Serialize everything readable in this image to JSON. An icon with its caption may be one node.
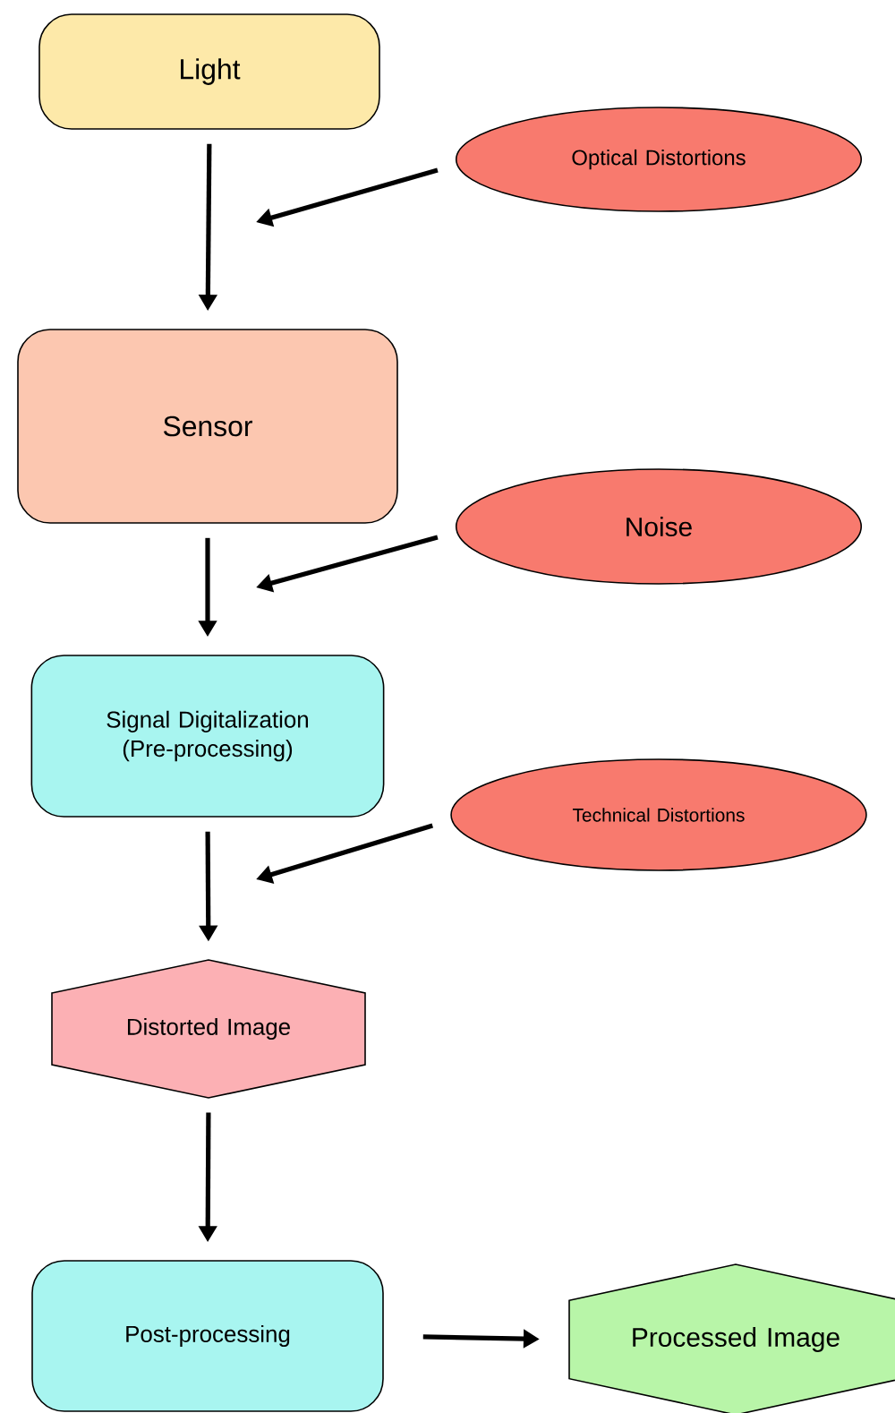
{
  "diagram": {
    "nodes": [
      {
        "text": [
          "Light"
        ]
      },
      {
        "text": [
          "Optical Distortions"
        ]
      },
      {
        "text": [
          "Sensor"
        ]
      },
      {
        "text": [
          "Noise"
        ]
      },
      {
        "text": [
          "Signal Digitalization (Pre-processing)"
        ]
      },
      {
        "text": [
          "Technical Distortions"
        ]
      },
      {
        "text": [
          "Distorted Image"
        ]
      },
      {
        "text": [
          "Post-processing"
        ]
      },
      {
        "text": [
          "Processed Image"
        ]
      }
    ],
    "edges": [
      {
        "from": 0,
        "to": 2,
        "arrow": "to"
      },
      {
        "from": 1,
        "to": null,
        "arrow": "to"
      },
      {
        "from": 2,
        "to": 4,
        "arrow": "to"
      },
      {
        "from": 3,
        "to": null,
        "arrow": "to"
      },
      {
        "from": 4,
        "to": 6,
        "arrow": "to"
      },
      {
        "from": 5,
        "to": null,
        "arrow": "to"
      },
      {
        "from": 6,
        "to": 7,
        "arrow": "to"
      },
      {
        "from": 7,
        "to": 8,
        "arrow": "to"
      }
    ]
  }
}
